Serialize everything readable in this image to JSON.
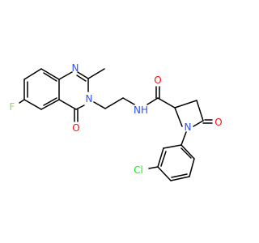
{
  "atoms": {
    "fluorine": {
      "text": "F",
      "color": "#90e050"
    },
    "n_quinazoline_top": {
      "text": "N",
      "color": "#3050f8"
    },
    "n_quinazoline_3": {
      "text": "N",
      "color": "#3050f8"
    },
    "o_quinazolinone": {
      "text": "O",
      "color": "#ff0d0d"
    },
    "n_amide": {
      "text": "NH",
      "color": "#3050f8"
    },
    "o_amide": {
      "text": "O",
      "color": "#ff0d0d"
    },
    "o_lactam": {
      "text": "O",
      "color": "#ff0d0d"
    },
    "n_pyrrolidine": {
      "text": "N",
      "color": "#3050f8"
    },
    "chlorine": {
      "text": "Cl",
      "color": "#1ff01f"
    }
  }
}
